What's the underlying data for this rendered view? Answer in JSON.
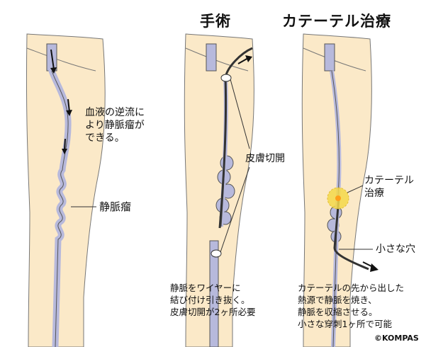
{
  "titles": {
    "surgery": "手術",
    "catheter": "カテーテル治療"
  },
  "left_panel": {
    "explanation": [
      "血液の逆流に",
      "より静脈瘤が",
      "できる。"
    ],
    "varicose_label": "静脈瘤"
  },
  "middle_panel": {
    "skin_incision_label": "皮膚切開",
    "caption": [
      "静脈をワイヤーに",
      "結び付け引き抜く。",
      "皮膚切開が2ヶ所必要"
    ]
  },
  "right_panel": {
    "treatment_label": [
      "カテーテル",
      "治療"
    ],
    "hole_label": "小さな穴",
    "caption": [
      "カテーテルの先から出した",
      "熱源で静脈を焼き、",
      "静脈を収縮させる。",
      "小さな穿刺1ヶ所で可能"
    ]
  },
  "copyright": "©KOMPAS",
  "colors": {
    "skin": "#fbe9c8",
    "vein": "#b7b9dc",
    "outline": "#333333",
    "heat": "#f5d94a"
  }
}
